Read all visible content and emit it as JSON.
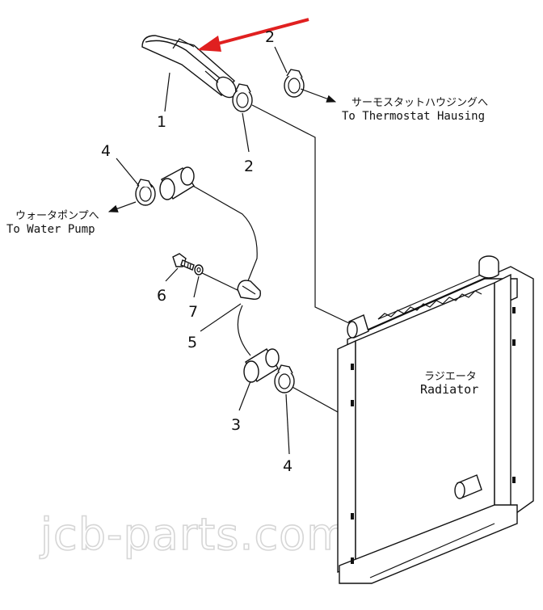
{
  "labels": {
    "thermostat_jp": "サーモスタットハウジングへ",
    "thermostat_en": "To Thermostat Hausing",
    "pump_jp": "ウォータポンプへ",
    "pump_en": "To Water Pump",
    "radiator_jp": "ラジエータ",
    "radiator_en": "Radiator"
  },
  "callouts": {
    "c1": "1",
    "c2_top": "2",
    "c2_mid": "2",
    "c3": "3",
    "c4_top": "4",
    "c4_bottom": "4",
    "c5": "5",
    "c6": "6",
    "c7": "7"
  },
  "watermark": "jcb-parts.com.ua",
  "colors": {
    "highlight_arrow": "#e02020",
    "line": "#111111"
  }
}
